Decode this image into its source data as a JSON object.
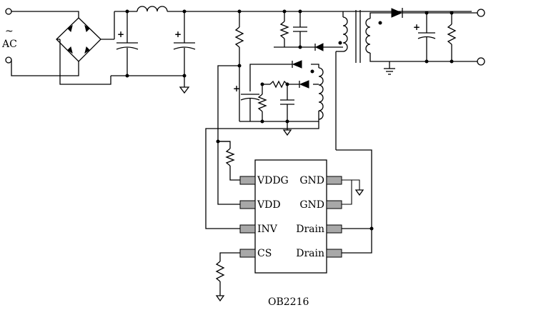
{
  "diagram": {
    "ac_label": "AC",
    "ac_symbol": "~",
    "chip": {
      "name": "OB2216",
      "left_pins": [
        "VDDG",
        "VDD",
        "INV",
        "CS"
      ],
      "right_pins": [
        "GND",
        "GND",
        "Drain",
        "Drain"
      ]
    },
    "polarity_mark": "+"
  }
}
